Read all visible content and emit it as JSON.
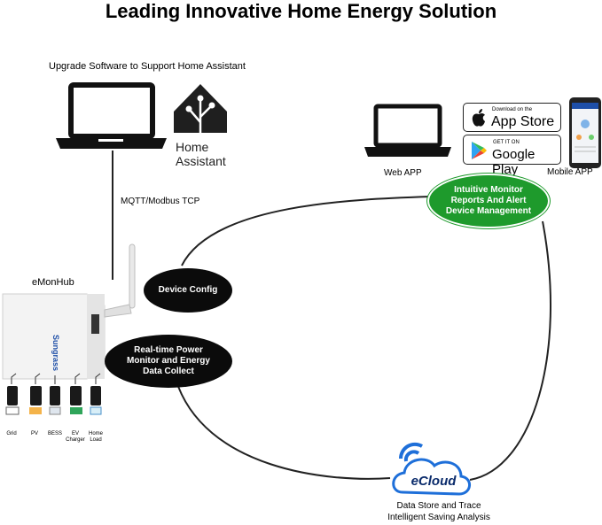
{
  "title": "Leading Innovative Home Energy Solution",
  "upgrade_label": "Upgrade Software to Support Home Assistant",
  "home_assistant": {
    "line1": "Home",
    "line2": "Assistant"
  },
  "protocol_label": "MQTT/Modbus TCP",
  "device_label": "eMonHub",
  "device_brand": "Sungrass",
  "web_app_label": "Web APP",
  "mobile_app_label": "Mobile APP",
  "app_store": {
    "small": "Download on the",
    "big": "App Store"
  },
  "google_play": {
    "small": "GET IT ON",
    "big": "Google Play"
  },
  "green_oval": {
    "line1": "Intuitive Monitor",
    "line2": "Reports And Alert",
    "line3": "Device Management"
  },
  "device_config": "Device Config",
  "realtime": {
    "line1": "Real-time Power",
    "line2": "Monitor and Energy",
    "line3": "Data Collect"
  },
  "ecloud_logo": "eCloud",
  "ecloud_caption": {
    "line1": "Data Store and Trace",
    "line2": "Intelligent Saving Analysis"
  },
  "sensors": [
    {
      "line1": "Grid",
      "line2": ""
    },
    {
      "line1": "PV",
      "line2": ""
    },
    {
      "line1": "BESS",
      "line2": ""
    },
    {
      "line1": "EV",
      "line2": "Charger"
    },
    {
      "line1": "Home",
      "line2": "Load"
    }
  ],
  "colors": {
    "green": "#1e9a2c",
    "ecloud_blue": "#1e6fd9",
    "dark": "#111111"
  }
}
